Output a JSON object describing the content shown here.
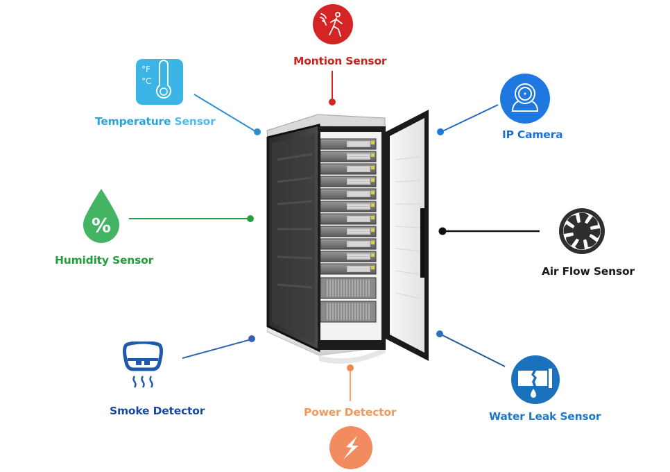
{
  "diagram": {
    "title": "Server Rack Environmental Monitoring Sensors",
    "center": "server-rack",
    "sensors": [
      {
        "id": "motion",
        "label": "Montion Sensor",
        "color": "#d42424",
        "icon": "motion-sensor-icon"
      },
      {
        "id": "temperature",
        "label_a": "Temperature",
        "label_b": " Sensor",
        "color_a": "#2aa6df",
        "color_b": "#3bb4e6",
        "icon": "thermometer-icon",
        "icon_text_f": "°F",
        "icon_text_c": "°C"
      },
      {
        "id": "camera",
        "label": "IP Camera",
        "color": "#1e78e0",
        "icon": "ip-camera-icon"
      },
      {
        "id": "humidity",
        "label": "Humidity Sensor",
        "color": "#1f9e3a",
        "icon_color": "#43b463",
        "icon": "humidity-drop-icon",
        "icon_text": "%"
      },
      {
        "id": "airflow",
        "label": "Air Flow Sensor",
        "color": "#1a1a1a",
        "icon_color": "#2e2e2e",
        "icon": "fan-icon"
      },
      {
        "id": "smoke",
        "label": "Smoke Detector",
        "color": "#1a4a9c",
        "icon_color": "#1e5aa8",
        "icon": "smoke-detector-icon"
      },
      {
        "id": "power",
        "label": "Power Detector",
        "color": "#ef9a5e",
        "icon_color": "#f28b60",
        "icon": "lightning-bolt-icon"
      },
      {
        "id": "water",
        "label": "Water Leak Sensor",
        "color": "#1e78c8",
        "icon_color": "#1a72bd",
        "icon": "water-leak-pipe-icon"
      }
    ]
  }
}
